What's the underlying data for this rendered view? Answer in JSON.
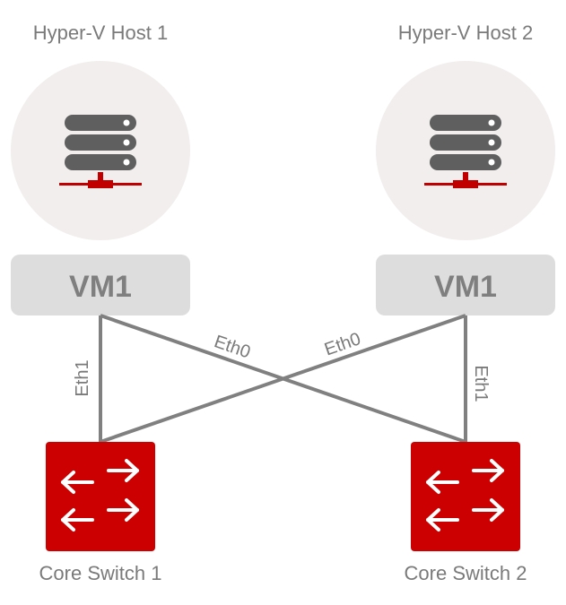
{
  "hosts": [
    {
      "title": "Hyper-V Host 1",
      "vm": "VM1",
      "icon": "server-icon"
    },
    {
      "title": "Hyper-V Host 2",
      "vm": "VM1",
      "icon": "server-icon"
    }
  ],
  "switches": [
    {
      "title": "Core Switch 1",
      "icon": "switch-arrows-icon"
    },
    {
      "title": "Core Switch 2",
      "icon": "switch-arrows-icon"
    }
  ],
  "links": {
    "left_vertical": "Eth1",
    "left_diagonal": "Eth0",
    "right_diagonal": "Eth0",
    "right_vertical": "Eth1"
  },
  "colors": {
    "server_dark": "#5f5f5f",
    "network_red": "#c00000",
    "switch_red": "#cc0000",
    "vm_box": "#dddddd",
    "circle_bg": "#f1eeed",
    "link_line": "#808080",
    "text_gray": "#7a7a7a"
  }
}
